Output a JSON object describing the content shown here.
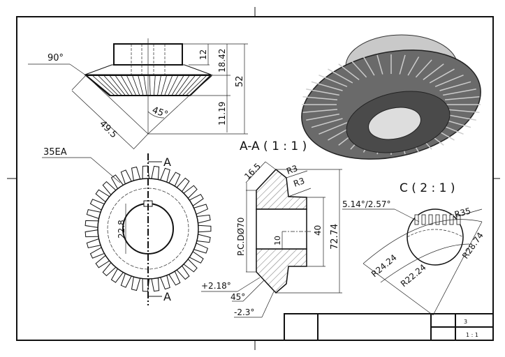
{
  "drawing": {
    "top_view": {
      "angle_top": "90°",
      "slant": "49.5",
      "cone_angle": "45°",
      "dim_12": "12",
      "dim_18_42": "18.42",
      "dim_52": "52",
      "dim_11_19": "11.19"
    },
    "front_view": {
      "teeth_label": "35EA",
      "bore": "22.8",
      "section_mark": "A"
    },
    "section": {
      "title": "A-A ( 1 : 1 )",
      "face": "16.5",
      "r1": "R3",
      "r2": "R3",
      "pcd": "P.C.DØ70",
      "hub": "40",
      "od": "72.74",
      "key": "10",
      "plus": "+2.18°",
      "angle": "45°",
      "minus": "-2.3°"
    },
    "detail": {
      "title": "C ( 2 : 1 )",
      "angles": "5.14°/2.57°",
      "r35": "R35",
      "r28": "R28.74",
      "r22": "R22.24",
      "r24": "R24.24"
    },
    "title_block": {
      "sheet": "3",
      "scale": "1 : 1"
    }
  }
}
